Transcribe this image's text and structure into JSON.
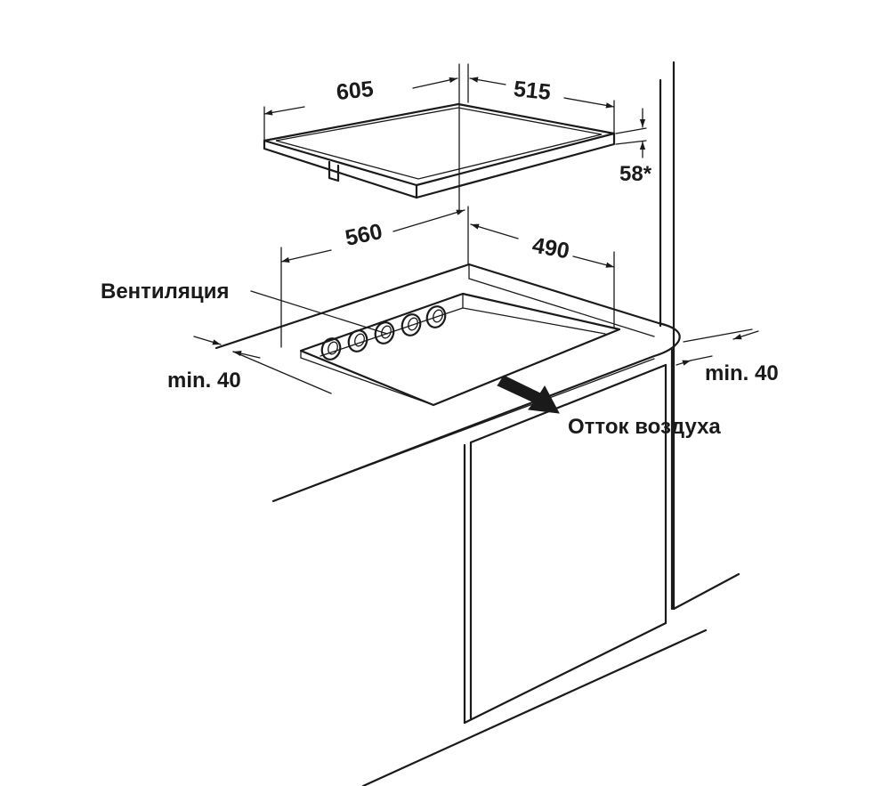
{
  "dimensions": {
    "hob_width": "605",
    "hob_depth": "515",
    "hob_height": "58*",
    "cutout_width": "560",
    "cutout_depth": "490",
    "clearance_front": "min. 40",
    "clearance_back": "min. 40"
  },
  "labels": {
    "ventilation": "Вентиляция",
    "air_outflow": "Отток воздуха"
  }
}
